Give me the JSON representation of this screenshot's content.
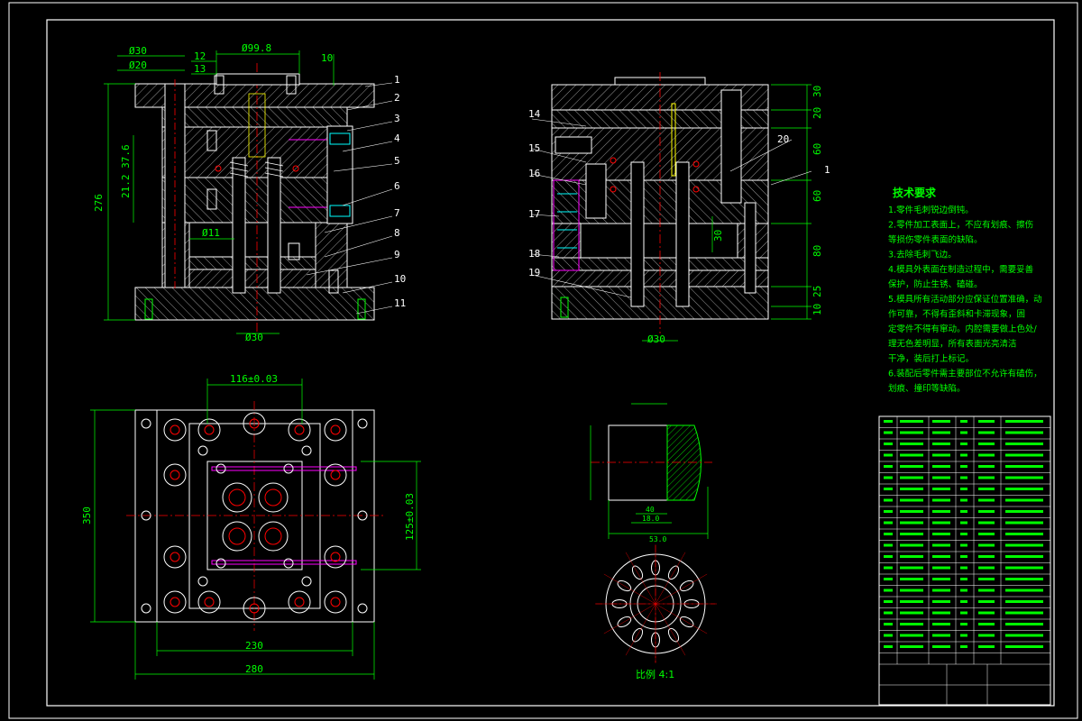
{
  "top_left_view": {
    "dims": {
      "d30": "Ø30",
      "d20": "Ø20",
      "d99_8": "Ø99.8",
      "h276": "276",
      "h21_2_37_6": "21.2 37.6",
      "d11": "Ø11",
      "d30_bottom": "Ø30",
      "n10": "10",
      "n12": "12",
      "n13": "13"
    },
    "callouts": [
      "1",
      "2",
      "3",
      "4",
      "5",
      "6",
      "7",
      "8",
      "9",
      "10",
      "11"
    ]
  },
  "top_right_view": {
    "callouts": [
      "14",
      "15",
      "16",
      "17",
      "18",
      "19",
      "20",
      "1"
    ],
    "dims": {
      "v30a": "30",
      "v20": "20",
      "v60a": "60",
      "v60b": "60",
      "v80": "80",
      "v25": "25",
      "v10": "10",
      "v30b": "30",
      "d30": "Ø30"
    }
  },
  "plan_view": {
    "dims": {
      "w116": "116±0.03",
      "h350": "350",
      "h125": "125±0.03",
      "w230": "230",
      "w280": "280"
    }
  },
  "detail_view": {
    "dims": {
      "d40": "40",
      "d18": "18.0",
      "d53": "53.0"
    },
    "scale_label": "比例 4:1"
  },
  "tech_requirements": {
    "title": "技术要求",
    "lines": [
      "1.零件毛刺锐边倒钝。",
      "2.零件加工表面上，不应有划痕、擦伤",
      "等损伤零件表面的缺陷。",
      "3.去除毛刺飞边。",
      "4.模具外表面在制造过程中，需要妥善",
      "保护，防止生锈、磕碰。",
      "5.模具所有活动部分应保证位置准确，动",
      "作可靠，不得有歪斜和卡滞现象，固",
      "定零件不得有窜动。内腔需要做上色处/",
      "理无色差明显，所有表面光亮清洁",
      "干净，装后打上标记。",
      "6.装配后零件需主要部位不允许有磕伤，",
      "划痕、撞印等缺陷。"
    ]
  },
  "colors": {
    "background": "#000000",
    "outline": "#ffffff",
    "dimension": "#00ff00",
    "centerline": "#ff0000",
    "hidden": "#ffff00",
    "magenta": "#ff00ff",
    "cyan": "#00ffff"
  }
}
